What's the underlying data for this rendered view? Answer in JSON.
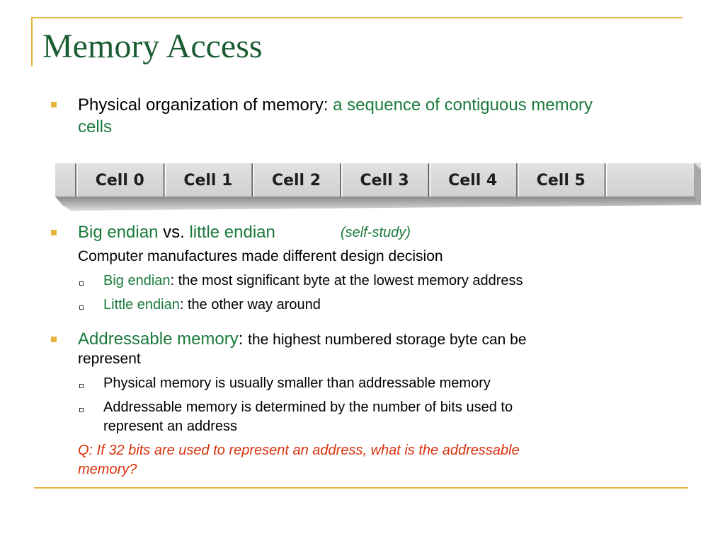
{
  "slide": {
    "title": "Memory Access",
    "bullet1": {
      "prefix": "Physical organization of memory: ",
      "highlight_line1": "a sequence of contiguous memory",
      "highlight_line2": "cells"
    },
    "cells": [
      "Cell 0",
      "Cell 1",
      "Cell 2",
      "Cell 3",
      "Cell 4",
      "Cell 5"
    ],
    "bullet2": {
      "big_endian": "Big endian",
      "vs": " vs. ",
      "little_endian": "little endian",
      "note": "(self-study)",
      "sub_text": "Computer manufactures made different design decision",
      "sub1_term": "Big endian",
      "sub1_rest": ": the most significant byte at the lowest memory address",
      "sub2_term": "Little endian",
      "sub2_rest": ": the other way around"
    },
    "bullet3": {
      "term": "Addressable memory",
      "colon": ": ",
      "rest_line1": "the highest numbered storage byte can be",
      "rest_line2": "represent",
      "sub1": "Physical memory is usually smaller than addressable memory",
      "sub2_line1": "Addressable memory is determined by the number of bits used to",
      "sub2_line2": "represent an address",
      "question_line1": "Q: If 32 bits are used to represent an address, what is the addressable",
      "question_line2": "memory?"
    }
  },
  "colors": {
    "accent": "#e6b43c",
    "title": "#1a5c32",
    "highlight": "#1a7a3c",
    "question": "#d9310b"
  }
}
